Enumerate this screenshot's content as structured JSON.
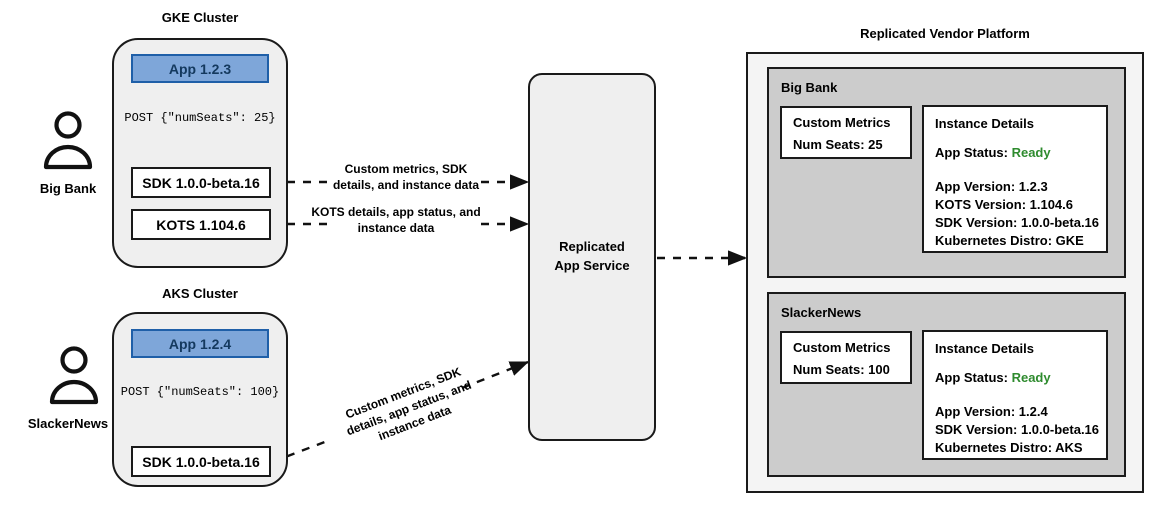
{
  "diagram": {
    "title_gke": "GKE Cluster",
    "title_aks": "AKS Cluster",
    "title_platform": "Replicated Vendor Platform"
  },
  "actors": [
    {
      "name": "Big Bank",
      "icon": "person-icon"
    },
    {
      "name": "SlackerNews",
      "icon": "person-icon"
    }
  ],
  "gke_cluster": {
    "app_box": "App 1.2.3",
    "post_label": "POST {\"numSeats\": 25}",
    "sdk_box": "SDK 1.0.0-beta.16",
    "kots_box": "KOTS 1.104.6"
  },
  "aks_cluster": {
    "app_box": "App 1.2.4",
    "post_label": "POST {\"numSeats\": 100}",
    "sdk_box": "SDK 1.0.0-beta.16"
  },
  "service": {
    "line1": "Replicated",
    "line2": "App Service"
  },
  "edges": [
    {
      "id": "sdk-to-service",
      "line1": "Custom metrics, SDK",
      "line2": "details, and instance data"
    },
    {
      "id": "kots-to-service",
      "line1": "KOTS details, app status, and",
      "line2": "instance data"
    },
    {
      "id": "aks-sdk-to-service",
      "line1": "Custom metrics, SDK",
      "line2": "details, app status, and",
      "line3": "instance data"
    }
  ],
  "platform": {
    "tenants": [
      {
        "name": "Big Bank",
        "custom_metrics": {
          "title": "Custom Metrics",
          "rows": [
            "Num Seats: 25"
          ]
        },
        "instance_details": {
          "title": "Instance Details",
          "status_label": "App Status:",
          "status_value": "Ready",
          "rows": [
            "App Version: 1.2.3",
            "KOTS Version: 1.104.6",
            "SDK Version: 1.0.0-beta.16",
            "Kubernetes Distro: GKE"
          ]
        }
      },
      {
        "name": "SlackerNews",
        "custom_metrics": {
          "title": "Custom Metrics",
          "rows": [
            "Num Seats: 100"
          ]
        },
        "instance_details": {
          "title": "Instance Details",
          "status_label": "App Status:",
          "status_value": "Ready",
          "rows": [
            "App Version: 1.2.4",
            "SDK Version: 1.0.0-beta.16",
            "Kubernetes Distro: AKS"
          ]
        }
      }
    ]
  },
  "colors": {
    "app_fill": "#7EA6D9",
    "app_border": "#1F5FA8",
    "cluster_fill": "#EFEFEF",
    "tenant_fill": "#CCCCCC",
    "platform_fill": "#F4F4F4",
    "status_ready": "#2E8B2E",
    "stroke": "#1A1A1A"
  }
}
